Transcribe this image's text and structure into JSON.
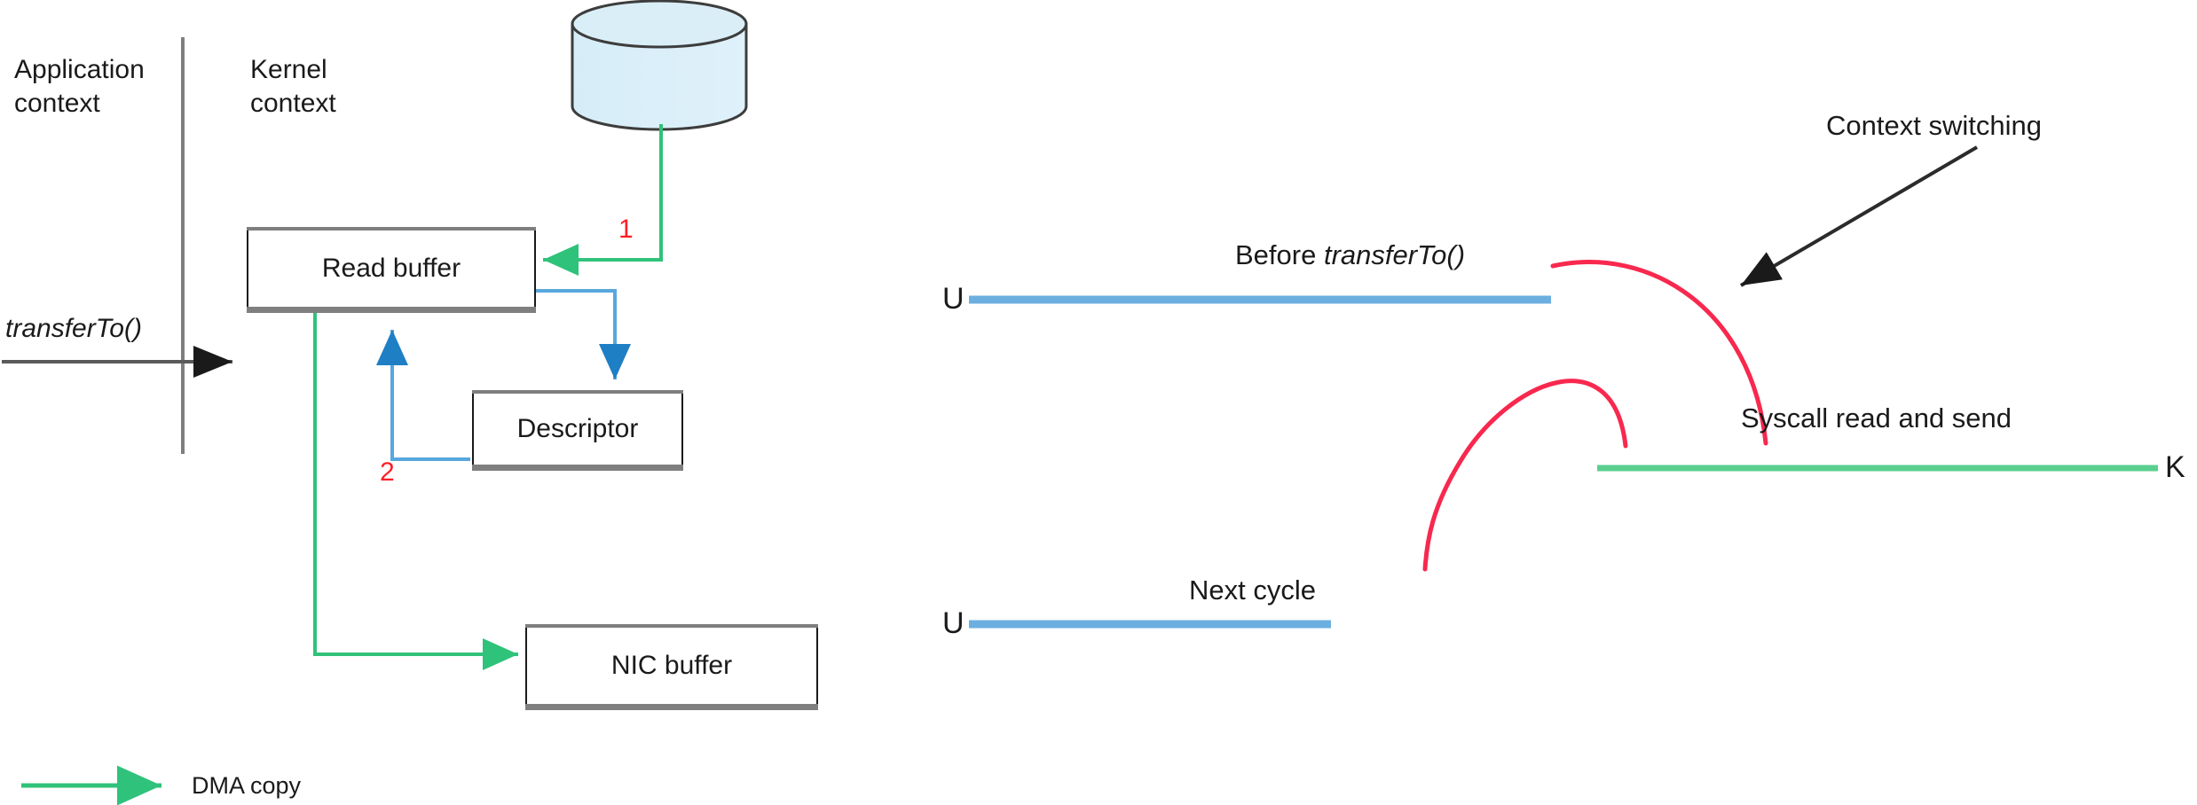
{
  "figure": {
    "title": "transferTo() zero-copy data path and context switching",
    "background": "#ffffff"
  },
  "colors": {
    "green_dma": "#5ACF8F",
    "blue_arrow": "#58A7DE",
    "blue_line": "#6BAFE0",
    "green_line": "#5ACF8F",
    "red_curve": "#F8284E",
    "red_number": "#FF1D25",
    "black": "#1A1A1A",
    "gray_border": "#7F7F7F",
    "disk_fill": "#DAEEF8"
  },
  "left_panel": {
    "context_labels": {
      "application": "Application\ncontext",
      "kernel": "Kernel\ncontext"
    },
    "entry_call": "transferTo()",
    "boxes": [
      {
        "id": "read-buffer",
        "label": "Read buffer"
      },
      {
        "id": "descriptor",
        "label": "Descriptor"
      },
      {
        "id": "nic-buffer",
        "label": "NIC buffer"
      }
    ],
    "step_numbers": [
      {
        "id": "step-1",
        "value": "1"
      },
      {
        "id": "step-2",
        "value": "2"
      }
    ],
    "disk": {
      "id": "disk-cylinder",
      "label": ""
    },
    "legend": {
      "arrow_kind": "green-arrow",
      "label": "DMA copy"
    }
  },
  "right_panel": {
    "lane_labels": {
      "user_top": "U",
      "user_bottom": "U",
      "kernel": "K"
    },
    "annotations": [
      {
        "id": "before-transferto",
        "text_prefix": "Before ",
        "text_italic": "transferTo()"
      },
      {
        "id": "context-switching",
        "text": "Context switching"
      },
      {
        "id": "syscall-read-send",
        "text": "Syscall read and send"
      },
      {
        "id": "next-cycle",
        "text": "Next cycle"
      }
    ]
  }
}
